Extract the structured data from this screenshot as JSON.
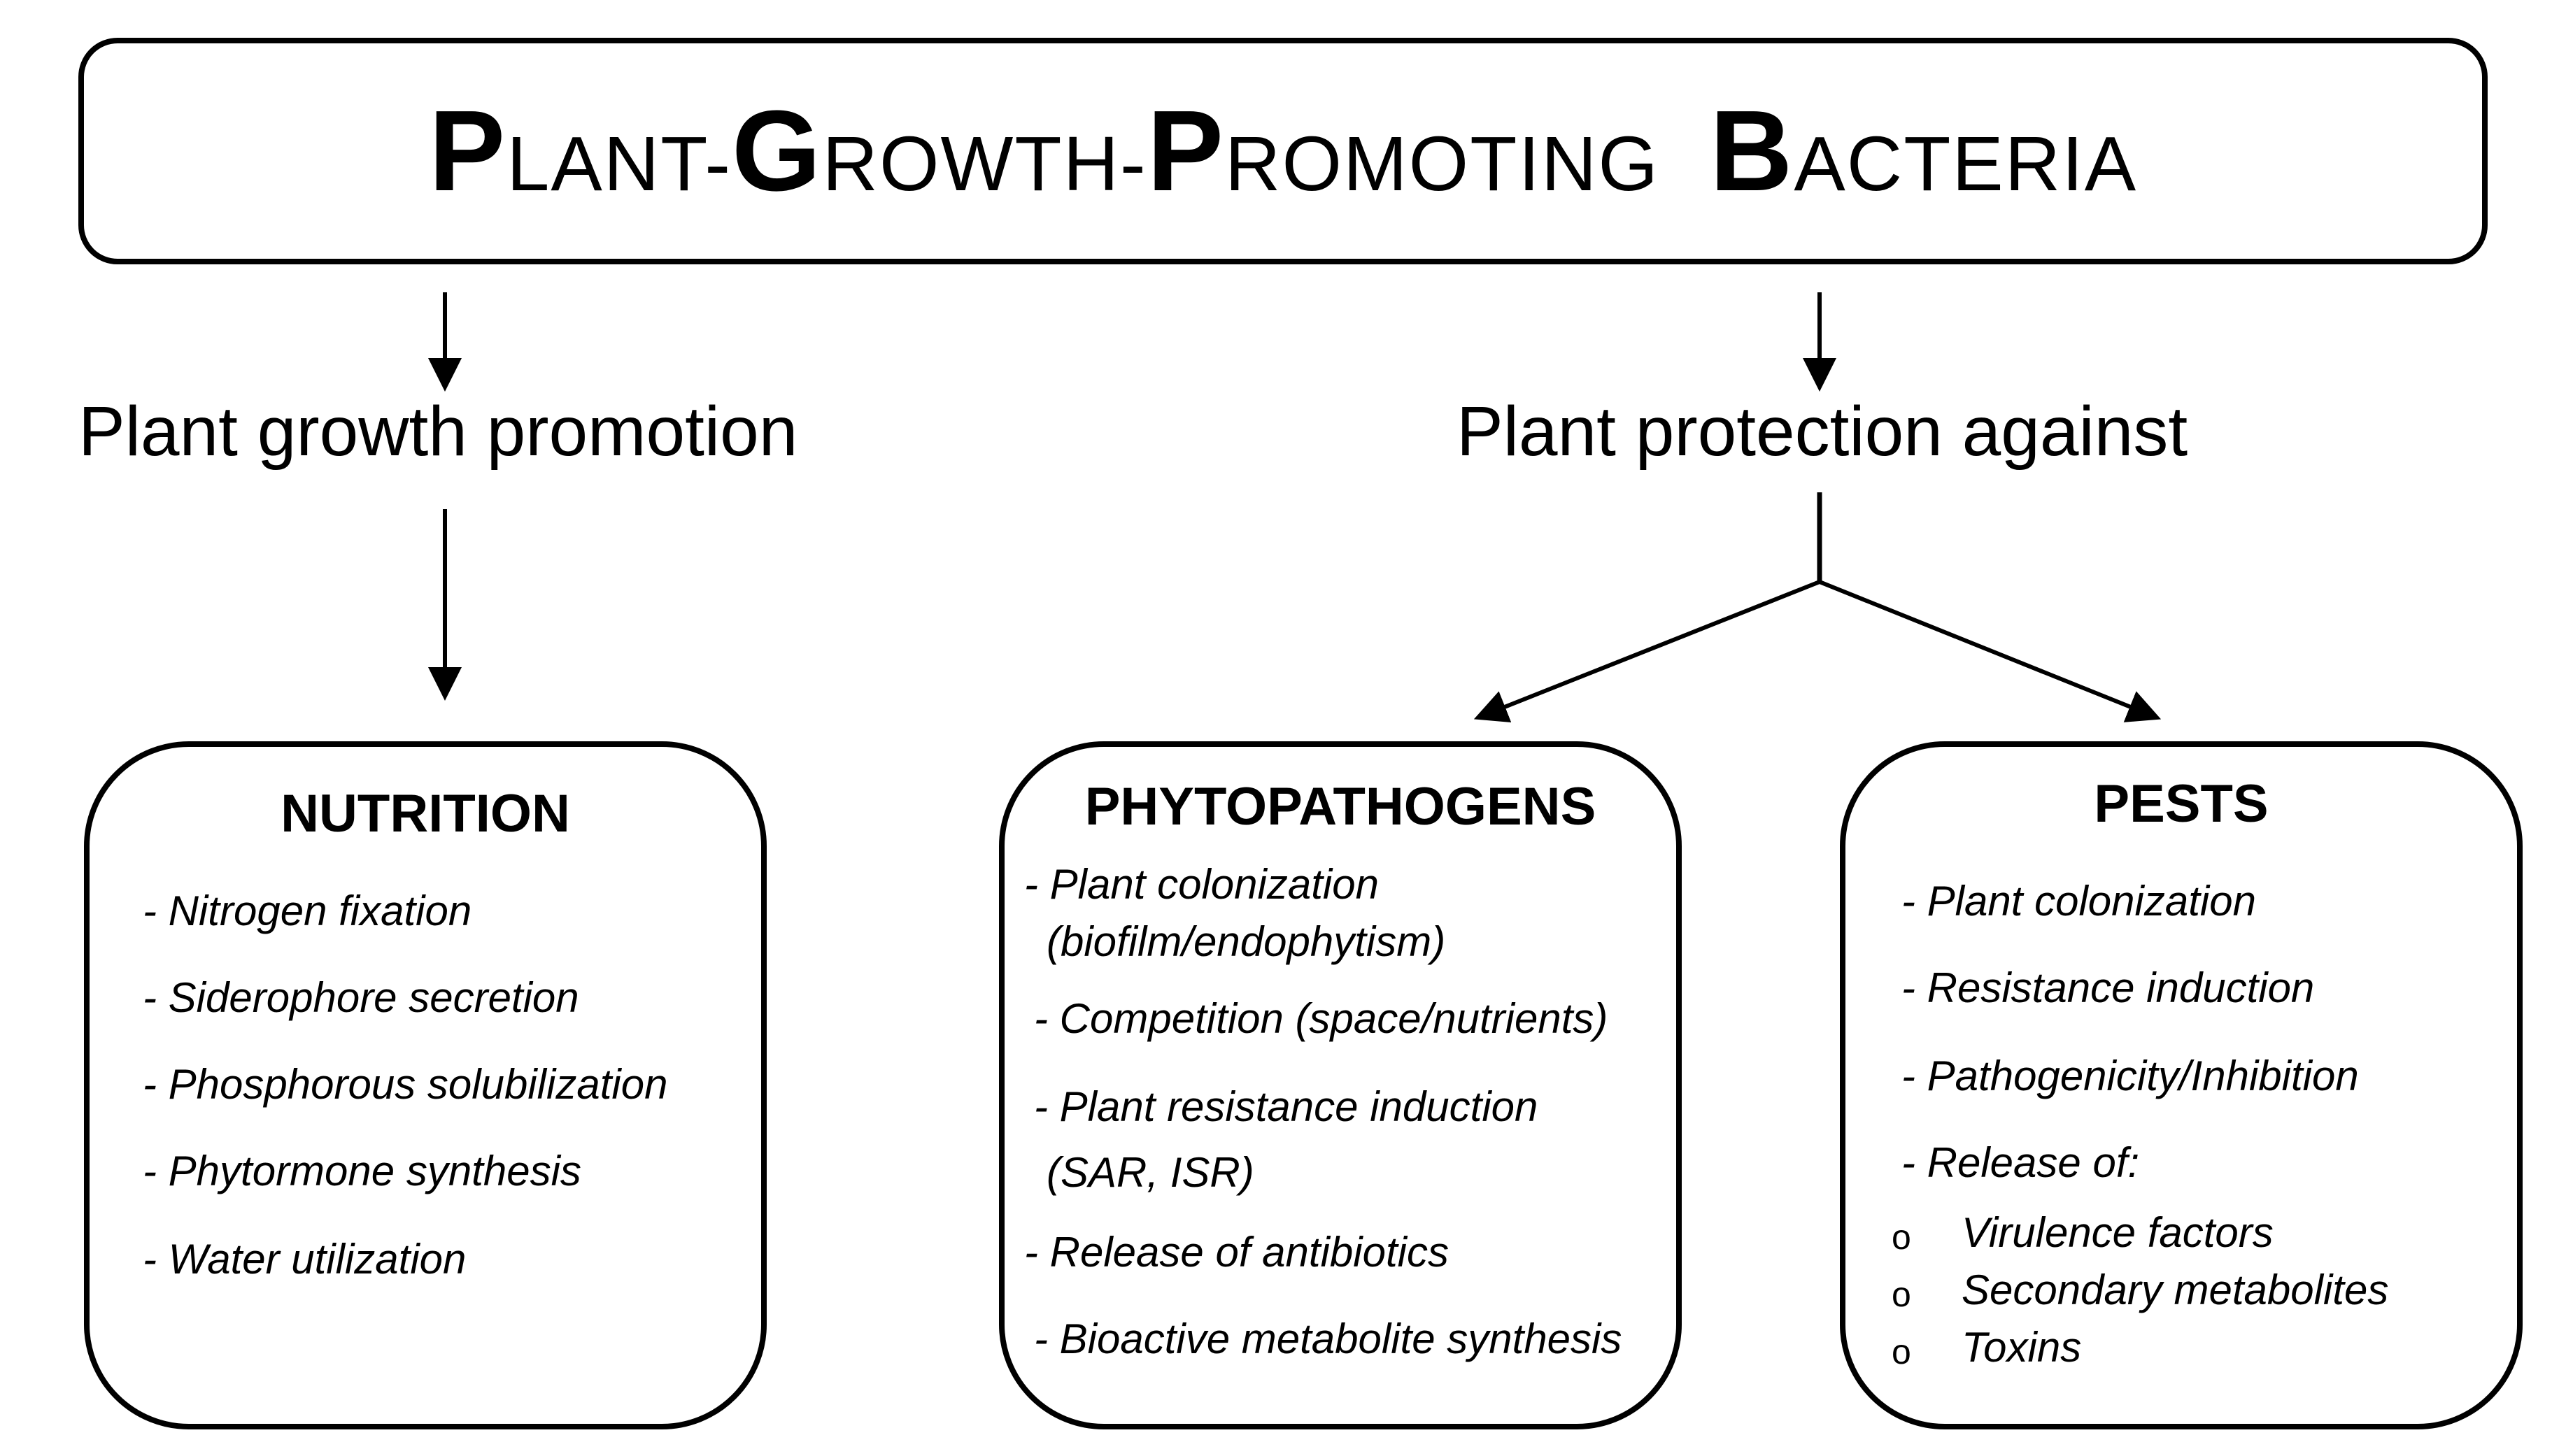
{
  "title": {
    "segments": [
      {
        "cap": "P",
        "rest": "LANT-"
      },
      {
        "cap": "G",
        "rest": "ROWTH-"
      },
      {
        "cap": "P",
        "rest": "ROMOTING"
      },
      {
        "cap": "B",
        "rest": "ACTERIA"
      }
    ]
  },
  "branches": {
    "left": "Plant growth promotion",
    "right": "Plant protection against"
  },
  "nutrition": {
    "heading": "NUTRITION",
    "items": [
      "- Nitrogen fixation",
      "- Siderophore secretion",
      "- Phosphorous  solubilization",
      "- Phytormone synthesis",
      "- Water utilization"
    ]
  },
  "phytopathogens": {
    "heading": "PHYTOPATHOGENS",
    "items": [
      "- Plant colonization",
      "(biofilm/endophytism)",
      "- Competition (space/nutrients)",
      "- Plant resistance induction",
      "(SAR, ISR)",
      "- Release of antibiotics",
      "- Bioactive metabolite synthesis"
    ]
  },
  "pests": {
    "heading": "PESTS",
    "items": [
      "- Plant colonization",
      "- Resistance induction",
      "- Pathogenicity/Inhibition",
      "- Release of:"
    ],
    "bullet_symbol": "o",
    "subitems": [
      "Virulence factors",
      "Secondary metabolites",
      "Toxins"
    ]
  }
}
